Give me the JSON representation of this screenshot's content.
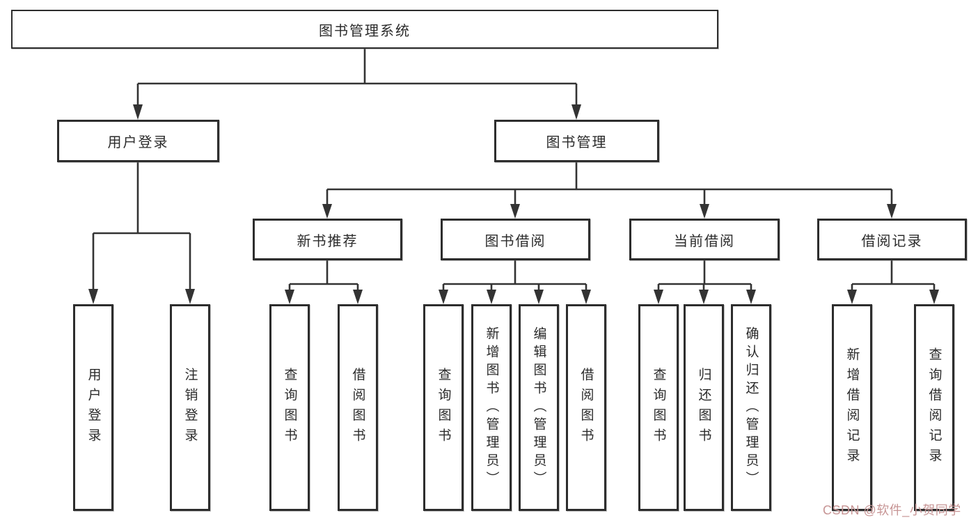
{
  "diagram_title": "图书管理系统",
  "colors": {
    "background": "#ffffff",
    "box_border": "#2d2d2d",
    "line": "#333333",
    "text": "#2b2b2b",
    "watermark": "#c79595"
  },
  "tree": {
    "label": "图书管理系统",
    "children": [
      {
        "label": "用户登录",
        "children": [
          {
            "label": "用户登录"
          },
          {
            "label": "注销登录"
          }
        ]
      },
      {
        "label": "图书管理",
        "children": [
          {
            "label": "新书推荐",
            "children": [
              {
                "label": "查询图书"
              },
              {
                "label": "借阅图书"
              }
            ]
          },
          {
            "label": "图书借阅",
            "children": [
              {
                "label": "查询图书"
              },
              {
                "label": "新增图书（管理员）"
              },
              {
                "label": "编辑图书（管理员）"
              },
              {
                "label": "借阅图书"
              }
            ]
          },
          {
            "label": "当前借阅",
            "children": [
              {
                "label": "查询图书"
              },
              {
                "label": "归还图书"
              },
              {
                "label": "确认归还（管理员）"
              }
            ]
          },
          {
            "label": "借阅记录",
            "children": [
              {
                "label": "新增借阅记录"
              },
              {
                "label": "查询借阅记录"
              }
            ]
          }
        ]
      }
    ]
  },
  "watermark": {
    "text": "CSDN @软件_小贺同学"
  }
}
